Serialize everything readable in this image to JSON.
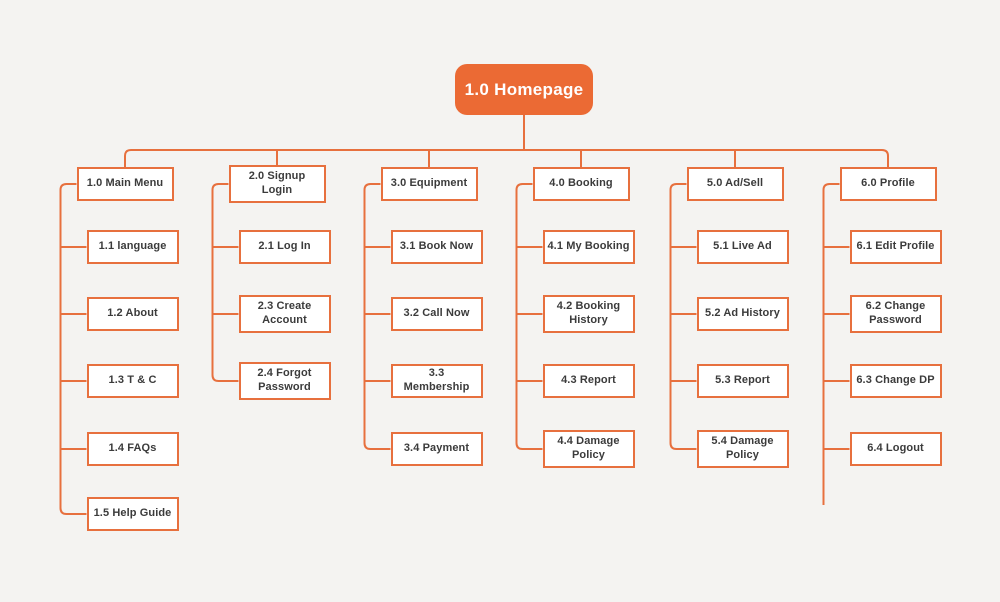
{
  "diagram": {
    "type": "sitemap-tree",
    "root": {
      "label": "1.0 Homepage"
    },
    "colors": {
      "root_fill": "#eb6a34",
      "line": "#e7703e",
      "background": "#f4f3f1",
      "box_fill": "#ffffff",
      "text": "#3b3b3b",
      "root_text": "#ffffff"
    },
    "columns": [
      {
        "header": "1.0 Main Menu",
        "children": [
          "1.1 language",
          "1.2 About",
          "1.3 T & C",
          "1.4 FAQs",
          "1.5 Help Guide"
        ]
      },
      {
        "header": "2.0 Signup Login",
        "children": [
          "2.1 Log In",
          "2.3 Create Account",
          "2.4 Forgot Password"
        ]
      },
      {
        "header": "3.0 Equipment",
        "children": [
          "3.1 Book Now",
          "3.2 Call Now",
          "3.3 Membership",
          "3.4 Payment"
        ]
      },
      {
        "header": "4.0 Booking",
        "children": [
          "4.1 My Booking",
          "4.2 Booking History",
          "4.3 Report",
          "4.4 Damage Policy"
        ]
      },
      {
        "header": "5.0 Ad/Sell",
        "children": [
          "5.1 Live Ad",
          "5.2 Ad History",
          "5.3 Report",
          "5.4 Damage Policy"
        ]
      },
      {
        "header": "6.0 Profile",
        "children": [
          "6.1 Edit Profile",
          "6.2 Change Password",
          "6.3 Change DP",
          "6.4 Logout"
        ]
      }
    ]
  }
}
